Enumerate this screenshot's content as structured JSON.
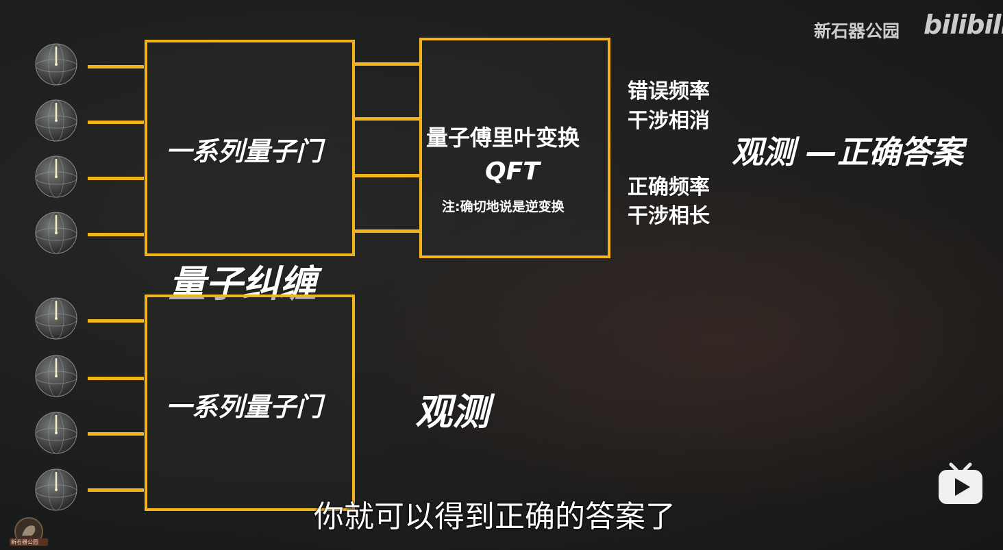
{
  "watermark": {
    "channel": "新石器公园",
    "site_logo": "bilibili"
  },
  "top_block": {
    "gates_label": "一系列量子门",
    "qft_title": "量子傅里叶变换",
    "qft_abbr": "QFT",
    "qft_note": "注:确切地说是逆变换",
    "wrong_freq_line1": "错误频率",
    "wrong_freq_line2": "干涉相消",
    "right_freq_line1": "正确频率",
    "right_freq_line2": "干涉相长",
    "result": "观测 —正确答案"
  },
  "entanglement_label": "量子纠缠",
  "bottom_block": {
    "gates_label": "一系列量子门",
    "measure_label": "观测"
  },
  "subtitle": "你就可以得到正确的答案了",
  "corner_logo_text": "新石器公园",
  "icons": {
    "qubit": "bloch-sphere-icon",
    "play": "play-icon",
    "tv": "bilibili-tv-icon"
  },
  "colors": {
    "accent": "#f2b31b",
    "text": "#ffffff",
    "background": "#1c1e1d"
  }
}
